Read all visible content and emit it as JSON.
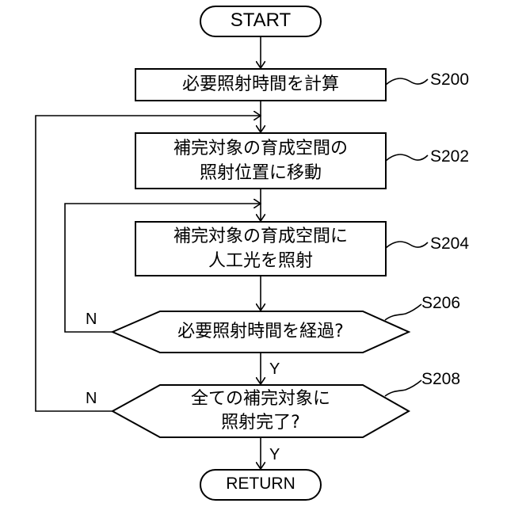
{
  "nodes": {
    "start": {
      "text": "START"
    },
    "s200": {
      "text": "必要照射時間を計算",
      "step": "S200"
    },
    "s202": {
      "line1": "補完対象の育成空間の",
      "line2": "照射位置に移動",
      "step": "S202"
    },
    "s204": {
      "line1": "補完対象の育成空間に",
      "line2": "人工光を照射",
      "step": "S204"
    },
    "s206": {
      "text": "必要照射時間を経過?",
      "step": "S206",
      "no": "N",
      "yes": "Y"
    },
    "s208": {
      "line1": "全ての補完対象に",
      "line2": "照射完了?",
      "step": "S208",
      "no": "N",
      "yes": "Y"
    },
    "end": {
      "text": "RETURN"
    }
  }
}
